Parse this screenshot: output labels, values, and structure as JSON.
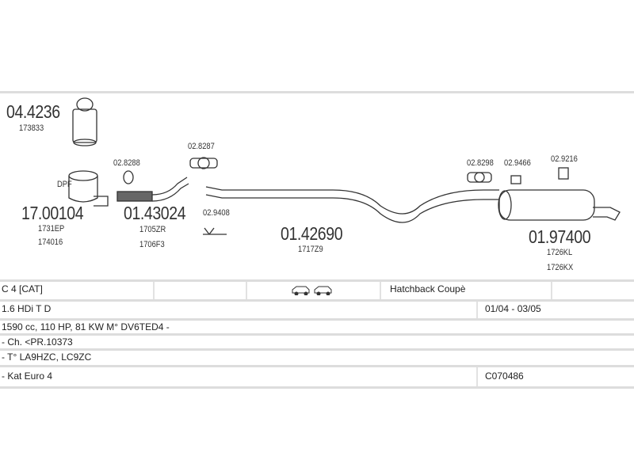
{
  "parts": [
    {
      "id": "04.4236",
      "ref": [
        "173833"
      ]
    },
    {
      "id": "17.00104",
      "ref": [
        "1731EP",
        "174016"
      ],
      "tag": "DPF"
    },
    {
      "id": "02.8288",
      "ref": []
    },
    {
      "id": "01.43024",
      "ref": [
        "1705ZR",
        "1706F3"
      ]
    },
    {
      "id": "02.8287",
      "ref": []
    },
    {
      "id": "02.9408",
      "ref": []
    },
    {
      "id": "01.42690",
      "ref": [
        "1717Z9"
      ]
    },
    {
      "id": "02.8298",
      "ref": []
    },
    {
      "id": "02.9466",
      "ref": []
    },
    {
      "id": "02.9216",
      "ref": []
    },
    {
      "id": "01.97400",
      "ref": [
        "1726KL",
        "1726KX"
      ]
    }
  ],
  "table": {
    "model": "C 4  [CAT]",
    "body": "Hatchback Coupè",
    "engine": "1.6 HDi T D",
    "years": "01/04 - 03/05",
    "spec": "1590 cc, 110 HP, 81 KW M° DV6TED4 -",
    "chassis": "- Ch. <PR.10373",
    "type": "- T° LA9HZC, LC9ZC",
    "norm": "- Kat Euro 4",
    "code": "C070486",
    "icons": [
      "car-icon",
      "car-icon"
    ]
  }
}
